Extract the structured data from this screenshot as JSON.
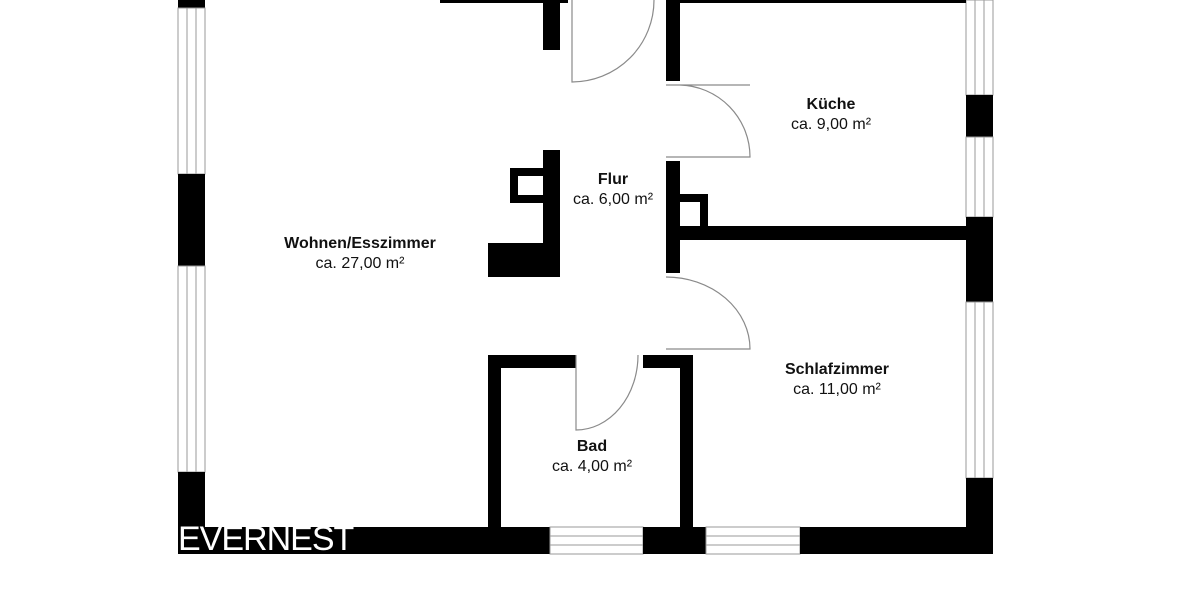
{
  "floorplan": {
    "brand": "EVERNEST",
    "colors": {
      "wall": "#000000",
      "background": "#ffffff",
      "window_line": "#9a9a9a",
      "door_arc": "#8a8a8a"
    },
    "rooms": [
      {
        "id": "wohnen",
        "name": "Wohnen/Esszimmer",
        "area": "ca. 27,00 m²"
      },
      {
        "id": "flur",
        "name": "Flur",
        "area": "ca. 6,00 m²"
      },
      {
        "id": "kueche",
        "name": "Küche",
        "area": "ca. 9,00 m²"
      },
      {
        "id": "schlafzimmer",
        "name": "Schlafzimmer",
        "area": "ca. 11,00 m²"
      },
      {
        "id": "bad",
        "name": "Bad",
        "area": "ca. 4,00 m²"
      }
    ]
  }
}
